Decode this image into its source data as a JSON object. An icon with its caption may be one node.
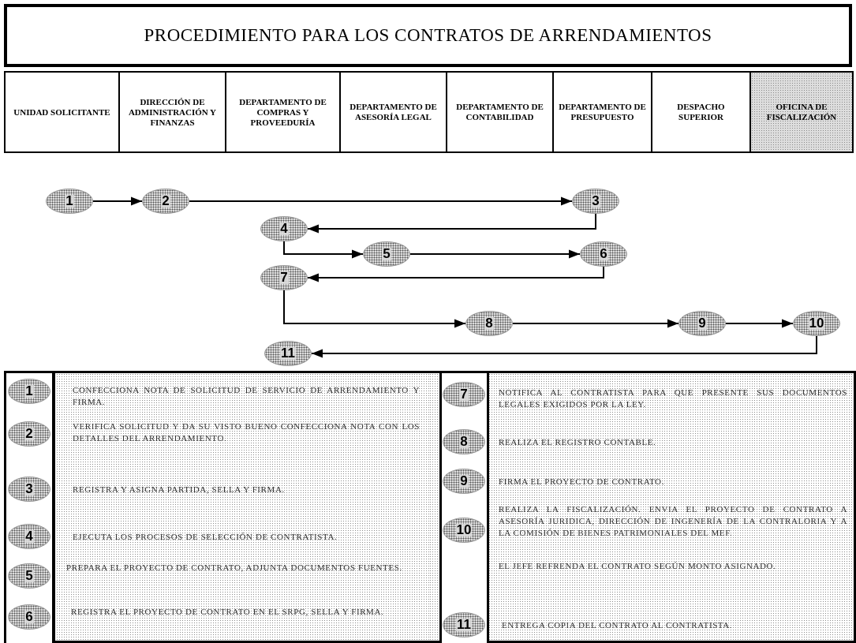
{
  "diagram": {
    "title": "PROCEDIMIENTO PARA LOS CONTRATOS DE ARRENDAMIENTOS",
    "nodes": [
      {
        "text": [
          "UNIDAD SOLICITANTE"
        ]
      },
      {
        "text": [
          "DIRECCIÓN DE ADMINISTRACIÓN Y FINANZAS"
        ]
      },
      {
        "text": [
          "DEPARTAMENTO DE COMPRAS Y PROVEEDURÍA"
        ]
      },
      {
        "text": [
          "DEPARTAMENTO DE ASESORÍA LEGAL"
        ]
      },
      {
        "text": [
          "DEPARTAMENTO DE CONTABILIDAD"
        ]
      },
      {
        "text": [
          "DEPARTAMENTO DE PRESUPUESTO"
        ]
      },
      {
        "text": [
          "DESPACHO SUPERIOR"
        ]
      },
      {
        "text": [
          "OFICINA DE FISCALIZACIÓN"
        ]
      },
      {
        "text": [
          "1"
        ]
      },
      {
        "text": [
          "2"
        ]
      },
      {
        "text": [
          "3"
        ]
      },
      {
        "text": [
          "4"
        ]
      },
      {
        "text": [
          "5"
        ]
      },
      {
        "text": [
          "6"
        ]
      },
      {
        "text": [
          "7"
        ]
      },
      {
        "text": [
          "8"
        ]
      },
      {
        "text": [
          "9"
        ]
      },
      {
        "text": [
          "10"
        ]
      },
      {
        "text": [
          "11"
        ]
      },
      {
        "text": [
          "1"
        ],
        "beside": [
          "CONFECCIONA NOTA DE SOLICITUD DE SERVICIO DE ARRENDAMIENTO Y FIRMA."
        ]
      },
      {
        "text": [
          "2"
        ],
        "beside": [
          "VERIFICA SOLICITUD Y DA SU VISTO BUENO CONFECCIONA NOTA CON LOS DETALLES DEL ARRENDAMIENTO."
        ]
      },
      {
        "text": [
          "3"
        ],
        "beside": [
          "REGISTRA Y ASIGNA PARTIDA, SELLA Y FIRMA."
        ]
      },
      {
        "text": [
          "4"
        ],
        "beside": [
          "EJECUTA LOS PROCESOS DE SELECCIÓN DE CONTRATISTA."
        ]
      },
      {
        "text": [
          "5"
        ],
        "beside": [
          "PREPARA EL PROYECTO DE CONTRATO, ADJUNTA DOCUMENTOS FUENTES."
        ]
      },
      {
        "text": [
          "6"
        ],
        "beside": [
          "REGISTRA EL PROYECTO DE CONTRATO EN EL SRPG, SELLA Y FIRMA."
        ]
      },
      {
        "text": [
          "7"
        ],
        "beside": [
          "NOTIFICA AL CONTRATISTA PARA QUE PRESENTE SUS DOCUMENTOS LEGALES EXIGIDOS POR LA LEY."
        ]
      },
      {
        "text": [
          "8"
        ],
        "beside": [
          "REALIZA EL REGISTRO CONTABLE."
        ]
      },
      {
        "text": [
          "9"
        ],
        "beside": [
          "FIRMA EL PROYECTO DE CONTRATO."
        ]
      },
      {
        "text": [
          "10"
        ],
        "beside": [
          "REALIZA LA FISCALIZACIÓN. ENVIA EL PROYECTO DE CONTRATO A ASESORÍA JURIDICA, DIRECCIÓN DE INGENERÍA DE LA CONTRALORIA Y A LA COMISIÓN DE BIENES PATRIMONIALES DEL MEF.",
          "EL JEFE REFRENDA EL CONTRATO SEGÚN MONTO ASIGNADO."
        ]
      },
      {
        "text": [
          "11"
        ],
        "beside": [
          "ENTREGA COPIA DEL CONTRATO AL CONTRATISTA."
        ]
      }
    ],
    "edges": [
      {
        "from": 8,
        "to": 9,
        "arrow": "to"
      },
      {
        "from": 9,
        "to": 10,
        "arrow": "to"
      },
      {
        "from": 10,
        "to": 11,
        "arrow": "to"
      },
      {
        "from": 11,
        "to": 12,
        "arrow": "to"
      },
      {
        "from": 12,
        "to": 13,
        "arrow": "to"
      },
      {
        "from": 13,
        "to": 14,
        "arrow": "to"
      },
      {
        "from": 14,
        "to": 15,
        "arrow": "to"
      },
      {
        "from": 15,
        "to": 16,
        "arrow": "to"
      },
      {
        "from": 16,
        "to": 17,
        "arrow": "to"
      },
      {
        "from": 17,
        "to": 18,
        "arrow": "to"
      }
    ]
  }
}
